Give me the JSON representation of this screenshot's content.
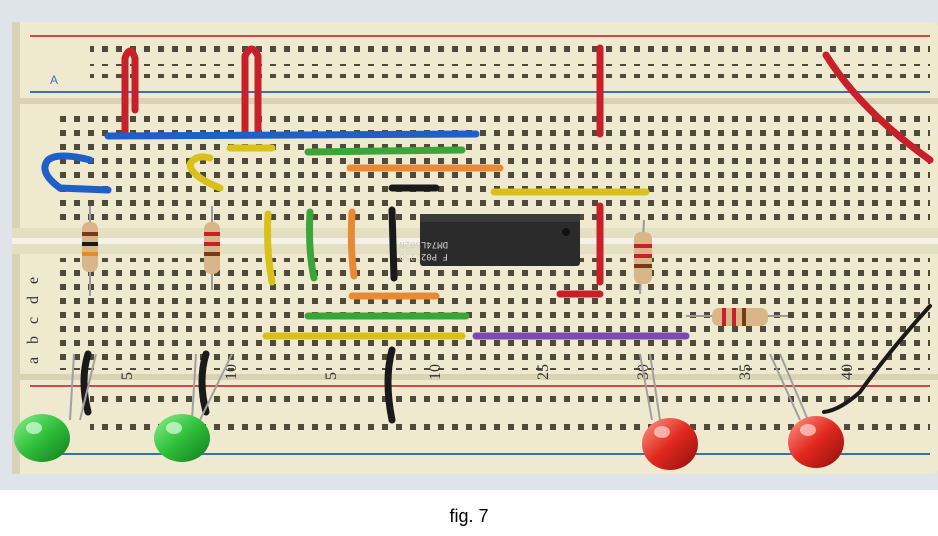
{
  "photo": {
    "chip_line1": "DM74LS02N",
    "chip_line2": "F P02125D",
    "column_numbers": [
      "5",
      "10",
      "5",
      "10",
      "25",
      "30",
      "35",
      "40"
    ],
    "row_letters": [
      "a",
      "b",
      "c",
      "d",
      "e"
    ],
    "rail_letter": "A",
    "colors": {
      "board": "#efe9cf",
      "hole": "#4f4a3a",
      "red_line": "#d04848",
      "blue_line": "#3a6fb8",
      "wire_red": "#c8202a",
      "wire_blue": "#1f5fc8",
      "wire_green": "#3aa63a",
      "wire_yellow": "#d8c21a",
      "wire_orange": "#e88a34",
      "wire_black": "#1a1a1a",
      "wire_purple": "#7a4ab0",
      "led_green": "#2fbf3a",
      "led_red": "#e0281e",
      "resistor": "#d9b68a"
    }
  },
  "caption": "fig. 7"
}
